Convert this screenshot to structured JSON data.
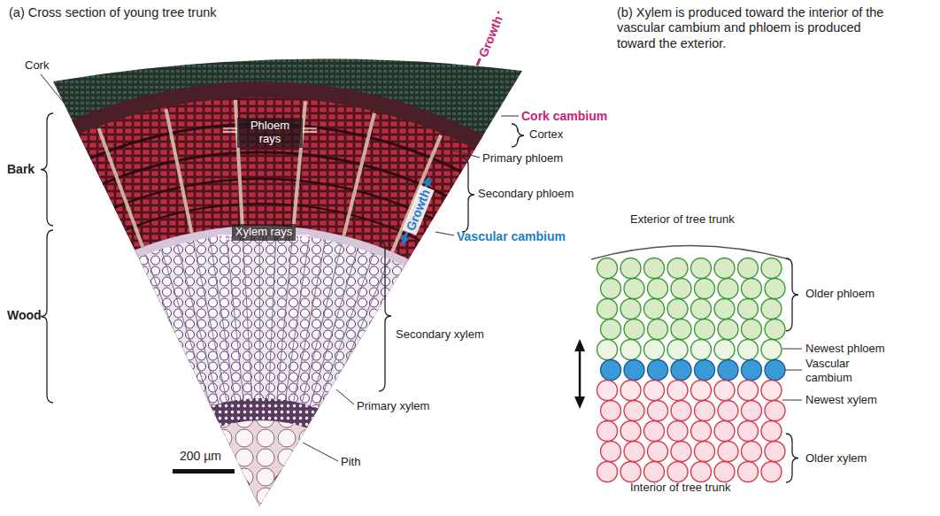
{
  "diagram": {
    "nodes": [
      {
        "text": [
          "Phloem rays"
        ]
      },
      {
        "text": [
          "Xylem rays"
        ]
      }
    ],
    "labels": [
      "(a) Cross section of young tree trunk",
      "(b) Xylem is produced toward the interior of the vascular cambium and phloem is produced toward the exterior.",
      "Cork",
      "Bark",
      "Wood",
      "Growth",
      "Cork cambium",
      "Cortex",
      "Primary phloem",
      "Secondary phloem",
      "Growth",
      "Vascular cambium",
      "Secondary xylem",
      "Primary xylem",
      "Pith",
      "200 µm",
      "Exterior of tree trunk",
      "Older phloem",
      "Newest phloem",
      "Vascular cambium",
      "Newest xylem",
      "Older xylem",
      "Interior of tree trunk"
    ]
  }
}
